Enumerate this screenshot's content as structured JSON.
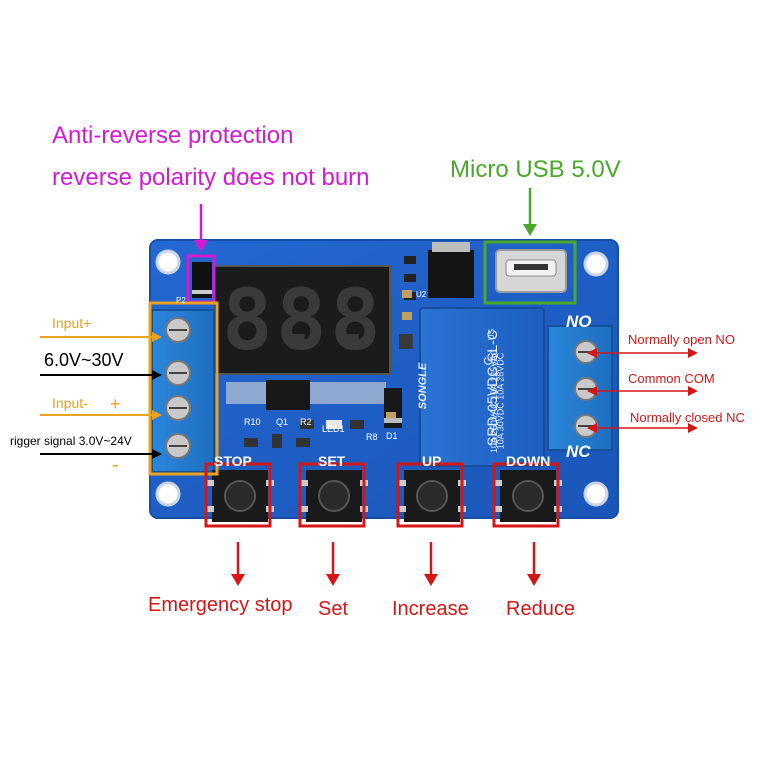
{
  "annotations": {
    "anti_reverse_line1": "Anti-reverse protection",
    "anti_reverse_line2": "reverse polarity does not burn",
    "micro_usb": "Micro USB 5.0V",
    "input_plus": "Input+",
    "voltage_range": "6.0V~30V",
    "input_minus": "Input-",
    "plus_sign": "+",
    "trigger_signal": "rigger signal 3.0V~24V",
    "minus_sign": "-",
    "normally_open": "Normally open NO",
    "common": "Common COM",
    "normally_closed": "Normally closed NC"
  },
  "board": {
    "silk_no": "NO",
    "silk_nc": "NC",
    "silk_stop": "STOP",
    "silk_set": "SET",
    "silk_up": "UP",
    "silk_down": "DOWN",
    "silk_led1": "LED1",
    "silk_d1": "D1",
    "silk_r8": "R8",
    "silk_r10": "R10",
    "silk_r2": "R2",
    "silk_q1": "Q1",
    "silk_u2": "U2",
    "silk_p2": "P2",
    "display_digits": [
      "8.",
      "8.",
      "8."
    ],
    "relay_brand": "SONGLE",
    "relay_model": "SRD-05VDC-SL-C",
    "relay_rating_1": "10A 250VAC   10A 125VAC",
    "relay_rating_2": "10A 30VDC   10A 28VDC",
    "relay_c_mark": "C",
    "relay_us_mark": "US"
  },
  "buttons": {
    "emergency_stop": "Emergency stop",
    "set": "Set",
    "increase": "Increase",
    "reduce": "Reduce"
  },
  "colors": {
    "pcb": "#1d5fc8",
    "pcb_edge": "#164ea6",
    "magenta": "#d21ad2",
    "green": "#4aa92a",
    "orange": "#e8a321",
    "red": "#d41616",
    "terminal_block": "#2a83d6"
  }
}
